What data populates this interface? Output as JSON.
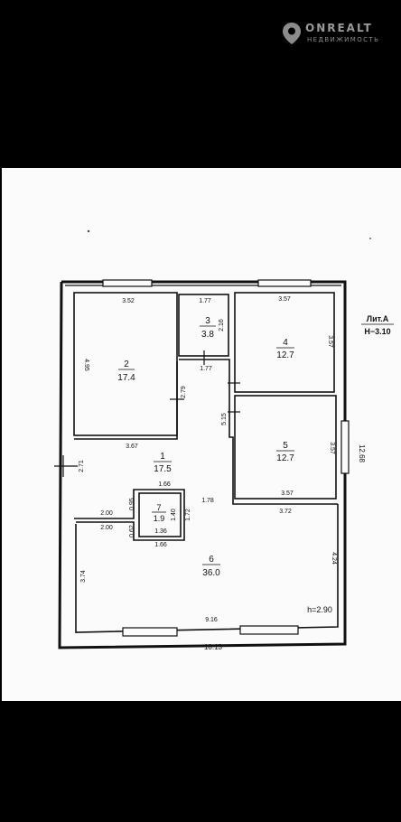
{
  "watermark": {
    "brand": "ONREALT",
    "tagline": "НЕДВИЖИМОСТЬ"
  },
  "plan": {
    "liter": "Лит.А",
    "height_total": "Н−3.10",
    "ceiling_height": "h=2.90",
    "overall_width": "10.13",
    "overall_depth": "12.68",
    "rooms": [
      {
        "number": "1",
        "area": "17.5"
      },
      {
        "number": "2",
        "area": "17.4"
      },
      {
        "number": "3",
        "area": "3.8"
      },
      {
        "number": "4",
        "area": "12.7"
      },
      {
        "number": "5",
        "area": "12.7"
      },
      {
        "number": "6",
        "area": "36.0"
      },
      {
        "number": "7",
        "area": "1.9"
      }
    ],
    "dims": {
      "r2_top": "3.52",
      "r2_left": "4.95",
      "r2_right": "2.79",
      "r3_top": "1.77",
      "r3_right": "2.16",
      "r3_bottom": "1.77",
      "r4_top": "3.57",
      "r4_right": "3.57",
      "r5_right": "3.57",
      "r5_bottom": "3.57",
      "r1_top": "3.67",
      "r1_left": "2.71",
      "r1_mid": "5.15",
      "r1_depth": "1.78",
      "r1_bottom_right": "3.72",
      "r7_top": "1.66",
      "r7_right": "1.40",
      "r7_side": "1.72",
      "r7_bottom": "1.36",
      "r7_left": "0.62",
      "step_upper": "2.00",
      "step_lower": "2.00",
      "step_side": "0.95",
      "r6_top": "1.66",
      "r6_left": "3.74",
      "r6_right": "4.24",
      "r6_bottom": "9.16"
    }
  }
}
